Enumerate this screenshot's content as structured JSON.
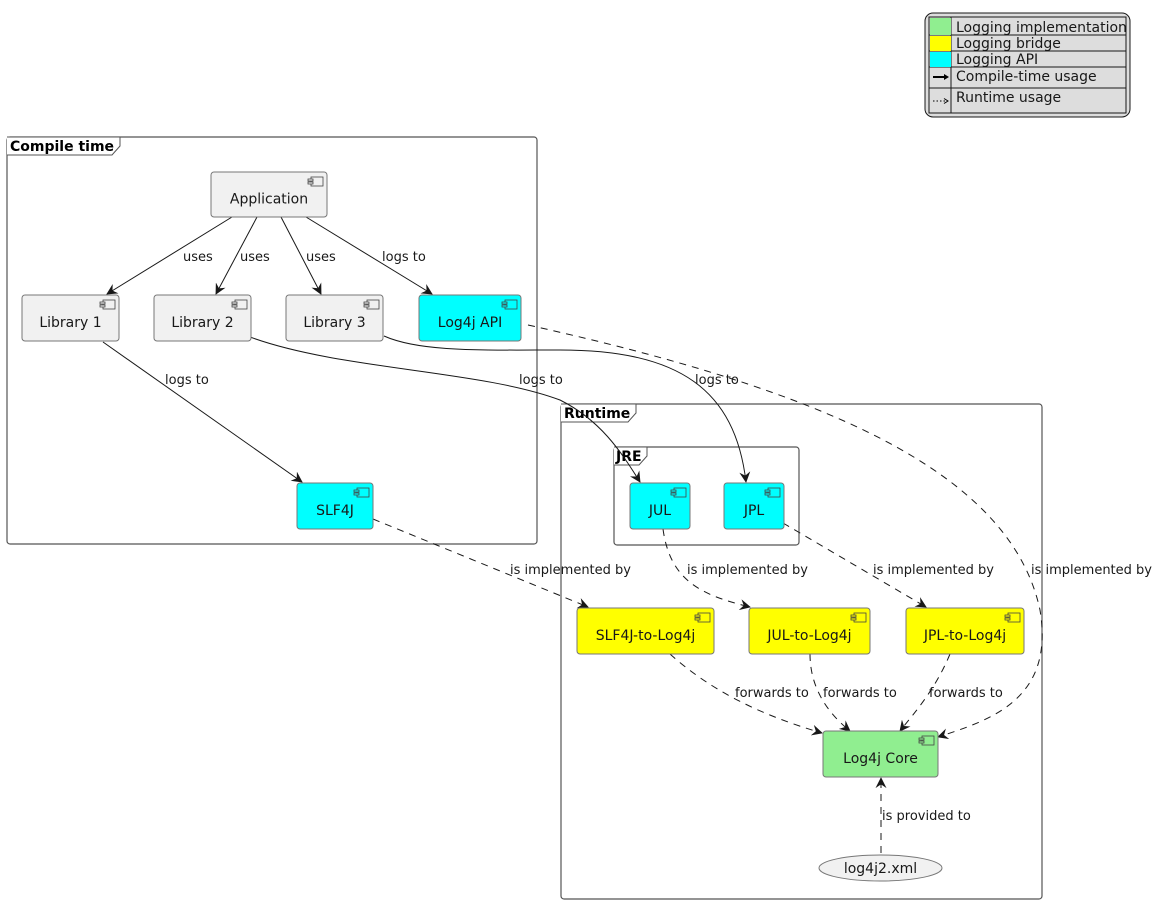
{
  "colors": {
    "implementation": "#90EE90",
    "bridge": "#FFFF00",
    "api": "#00FFFF",
    "default_node": "#F1F1F1",
    "edge": "#181818",
    "frame_border": "#555555"
  },
  "legend": {
    "items": [
      {
        "swatch": "implementation",
        "label": "Logging implementation"
      },
      {
        "swatch": "bridge",
        "label": "Logging bridge"
      },
      {
        "swatch": "api",
        "label": "Logging API"
      },
      {
        "swatch": "solid-arrow",
        "label": "Compile-time usage"
      },
      {
        "swatch": "dotted-arrow",
        "label": "Runtime usage"
      }
    ]
  },
  "frames": {
    "compile": {
      "label": "Compile time"
    },
    "runtime": {
      "label": "Runtime"
    },
    "jre": {
      "label": "JRE"
    }
  },
  "nodes": {
    "application": {
      "label": "Application",
      "kind": "default"
    },
    "library1": {
      "label": "Library 1",
      "kind": "default"
    },
    "library2": {
      "label": "Library 2",
      "kind": "default"
    },
    "library3": {
      "label": "Library 3",
      "kind": "default"
    },
    "log4j_api": {
      "label": "Log4j API",
      "kind": "api"
    },
    "slf4j": {
      "label": "SLF4J",
      "kind": "api"
    },
    "jul": {
      "label": "JUL",
      "kind": "api"
    },
    "jpl": {
      "label": "JPL",
      "kind": "api"
    },
    "slf4j_to_log4j": {
      "label": "SLF4J-to-Log4j",
      "kind": "bridge"
    },
    "jul_to_log4j": {
      "label": "JUL-to-Log4j",
      "kind": "bridge"
    },
    "jpl_to_log4j": {
      "label": "JPL-to-Log4j",
      "kind": "bridge"
    },
    "log4j_core": {
      "label": "Log4j Core",
      "kind": "implementation"
    },
    "log4j2_xml": {
      "label": "log4j2.xml",
      "kind": "file"
    }
  },
  "edges": [
    {
      "from": "application",
      "to": "library1",
      "label": "uses",
      "style": "solid"
    },
    {
      "from": "application",
      "to": "library2",
      "label": "uses",
      "style": "solid"
    },
    {
      "from": "application",
      "to": "library3",
      "label": "uses",
      "style": "solid"
    },
    {
      "from": "application",
      "to": "log4j_api",
      "label": "logs to",
      "style": "solid"
    },
    {
      "from": "library1",
      "to": "slf4j",
      "label": "logs to",
      "style": "solid"
    },
    {
      "from": "library2",
      "to": "jul",
      "label": "logs to",
      "style": "solid"
    },
    {
      "from": "library3",
      "to": "jpl",
      "label": "logs to",
      "style": "solid"
    },
    {
      "from": "slf4j",
      "to": "slf4j_to_log4j",
      "label": "is implemented by",
      "style": "dashed"
    },
    {
      "from": "jul",
      "to": "jul_to_log4j",
      "label": "is implemented by",
      "style": "dashed"
    },
    {
      "from": "jpl",
      "to": "jpl_to_log4j",
      "label": "is implemented by",
      "style": "dashed"
    },
    {
      "from": "log4j_api",
      "to": "log4j_core",
      "label": "is implemented by",
      "style": "dashed"
    },
    {
      "from": "slf4j_to_log4j",
      "to": "log4j_core",
      "label": "forwards to",
      "style": "dashed"
    },
    {
      "from": "jul_to_log4j",
      "to": "log4j_core",
      "label": "forwards to",
      "style": "dashed"
    },
    {
      "from": "jpl_to_log4j",
      "to": "log4j_core",
      "label": "forwards to",
      "style": "dashed"
    },
    {
      "from": "log4j2_xml",
      "to": "log4j_core",
      "label": "is provided to",
      "style": "dashed"
    }
  ]
}
